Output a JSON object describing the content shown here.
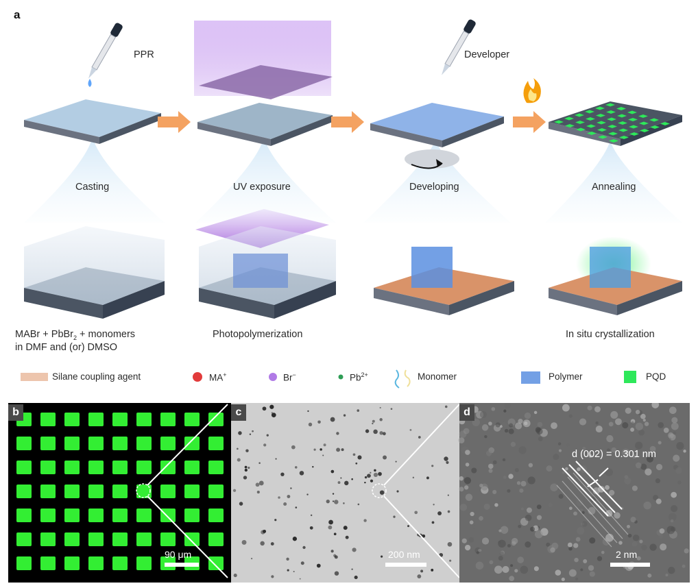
{
  "panel_a": {
    "letter": "a",
    "dropper_labels": {
      "ppr": "PPR",
      "developer": "Developer"
    },
    "steps": [
      "Casting",
      "UV exposure",
      "Developing",
      "Annealing"
    ],
    "captions": {
      "casting_line1_a": "MABr + PbBr",
      "casting_line1_sub": "2",
      "casting_line1_b": " + monomers",
      "casting_line2": "in DMF and (or) DMSO",
      "uv": "Photopolymerization",
      "annealing": "In situ crystallization"
    },
    "legend": {
      "silane": "Silane coupling agent",
      "ma": "MA",
      "ma_sup": "+",
      "br": "Br",
      "br_sup": "−",
      "pb": "Pb",
      "pb_sup": "2+",
      "monomer": "Monomer",
      "polymer": "Polymer",
      "pqd": "PQD"
    },
    "colors": {
      "substrate_blue": "#a9c4dc",
      "uv_purple": "#b47be0",
      "arrow_orange": "#f4a261",
      "pqd_green": "#2ee85a",
      "silane_orange": "#d98a5c"
    }
  },
  "panel_b": {
    "letter": "b",
    "scale_bar": "90 μm"
  },
  "panel_c": {
    "letter": "c",
    "scale_bar": "200 nm"
  },
  "panel_d": {
    "letter": "d",
    "scale_bar": "2 nm",
    "annotation": "d (002) = 0.301 nm"
  }
}
